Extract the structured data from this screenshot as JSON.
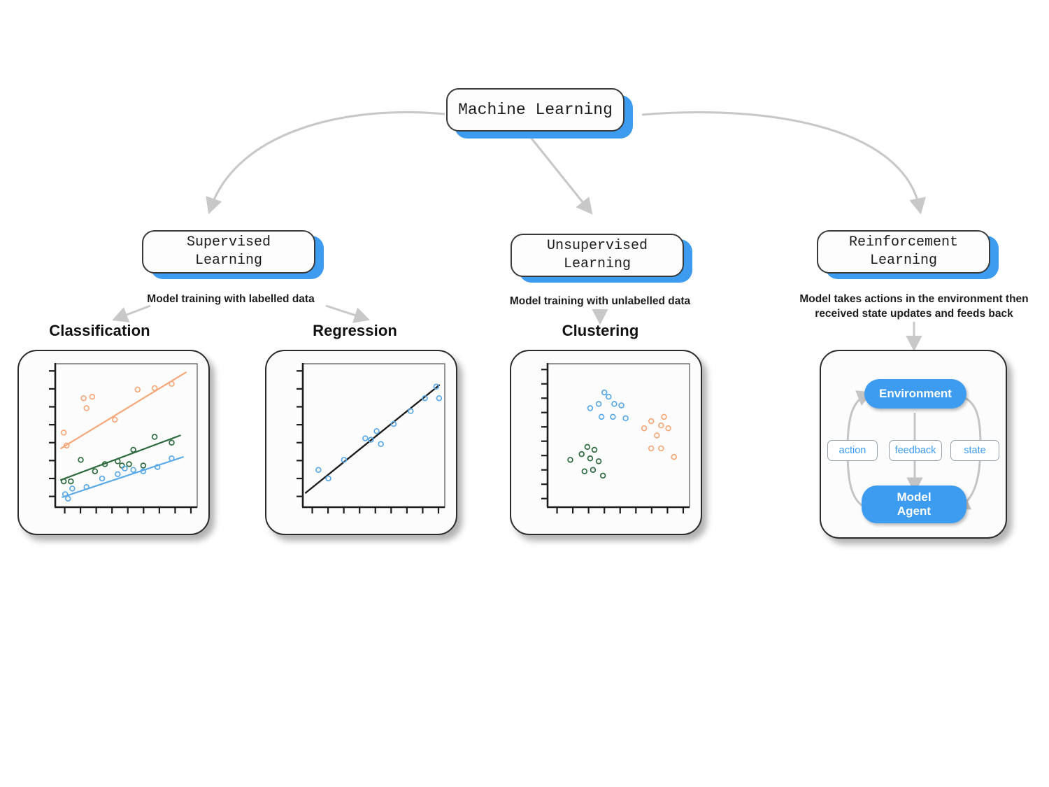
{
  "diagram": {
    "title": "Machine Learning taxonomy",
    "palette": {
      "accent_blue": "#3d9bf0",
      "orange": "#f5a97a",
      "green": "#2e6b3f",
      "blue": "#5aa9e8",
      "line_dark": "#2b2b2b",
      "arrow_grey": "#c8c8c8"
    },
    "root": {
      "label": "Machine Learning"
    },
    "branches": [
      {
        "id": "supervised",
        "label": "Supervised\nLearning",
        "label_line1": "Supervised",
        "label_line2": "Learning",
        "caption": "Model training with labelled data",
        "children": [
          "Classification",
          "Regression"
        ]
      },
      {
        "id": "unsupervised",
        "label": "Unsupervised\nLearning",
        "label_line1": "Unsupervised",
        "label_line2": "Learning",
        "caption": "Model training with unlabelled data",
        "children": [
          "Clustering"
        ]
      },
      {
        "id": "reinforcement",
        "label": "Reinforcement\nLearning",
        "label_line1": "Reinforcement",
        "label_line2": "Learning",
        "caption_line1": "Model  takes actions in the environment then",
        "caption_line2": "received state updates and feeds back",
        "children": []
      }
    ],
    "subtitles": {
      "classification": "Classification",
      "regression": "Regression",
      "clustering": "Clustering"
    },
    "rl_loop": {
      "environment": "Environment",
      "agent_line1": "Model",
      "agent_line2": "Agent",
      "tags": [
        "action",
        "feedback",
        "state"
      ]
    }
  },
  "chart_data": [
    {
      "id": "classification",
      "type": "scatter",
      "title": "Classification",
      "xlabel": "",
      "ylabel": "",
      "xlim": [
        0,
        100
      ],
      "ylim": [
        0,
        100
      ],
      "grid": false,
      "legend": "none",
      "axis_ticks": {
        "x_count": 9,
        "y_count": 8
      },
      "series": [
        {
          "name": "class-orange",
          "color": "#f5a97a",
          "points": [
            [
              6,
              52
            ],
            [
              8,
              43
            ],
            [
              20,
              76
            ],
            [
              22,
              69
            ],
            [
              26,
              77
            ],
            [
              42,
              61
            ],
            [
              58,
              82
            ],
            [
              70,
              83
            ],
            [
              82,
              86
            ]
          ],
          "fit_line": {
            "x": [
              4,
              92
            ],
            "y": [
              41,
              94
            ]
          }
        },
        {
          "name": "class-green",
          "color": "#2e6b3f",
          "points": [
            [
              6,
              18
            ],
            [
              11,
              18
            ],
            [
              18,
              33
            ],
            [
              28,
              25
            ],
            [
              35,
              30
            ],
            [
              44,
              32
            ],
            [
              47,
              29
            ],
            [
              52,
              30
            ],
            [
              55,
              40
            ],
            [
              62,
              29
            ],
            [
              70,
              49
            ],
            [
              82,
              45
            ]
          ],
          "fit_line": {
            "x": [
              4,
              88
            ],
            "y": [
              19,
              50
            ]
          }
        },
        {
          "name": "class-blue",
          "color": "#5aa9e8",
          "points": [
            [
              7,
              9
            ],
            [
              9,
              6
            ],
            [
              12,
              13
            ],
            [
              22,
              14
            ],
            [
              33,
              20
            ],
            [
              44,
              23
            ],
            [
              49,
              27
            ],
            [
              55,
              26
            ],
            [
              62,
              25
            ],
            [
              72,
              28
            ],
            [
              82,
              34
            ]
          ],
          "fit_line": {
            "x": [
              5,
              90
            ],
            "y": [
              7,
              35
            ]
          }
        }
      ]
    },
    {
      "id": "regression",
      "type": "scatter",
      "title": "Regression",
      "xlabel": "",
      "ylabel": "",
      "xlim": [
        0,
        100
      ],
      "ylim": [
        0,
        100
      ],
      "grid": false,
      "legend": "none",
      "axis_ticks": {
        "x_count": 9,
        "y_count": 8
      },
      "series": [
        {
          "name": "observations",
          "color": "#5aa9e8",
          "points": [
            [
              11,
              26
            ],
            [
              18,
              20
            ],
            [
              29,
              33
            ],
            [
              44,
              48
            ],
            [
              48,
              47
            ],
            [
              52,
              53
            ],
            [
              55,
              44
            ],
            [
              64,
              58
            ],
            [
              76,
              67
            ],
            [
              86,
              76
            ],
            [
              94,
              84
            ],
            [
              96,
              76
            ]
          ],
          "fit_line": {
            "x": [
              2,
              96
            ],
            "y": [
              10,
              85
            ]
          }
        }
      ]
    },
    {
      "id": "clustering",
      "type": "scatter",
      "title": "Clustering",
      "xlabel": "",
      "ylabel": "",
      "xlim": [
        0,
        100
      ],
      "ylim": [
        0,
        100
      ],
      "grid": false,
      "legend": "none",
      "axis_ticks": {
        "x_count": 9,
        "y_count": 10
      },
      "series": [
        {
          "name": "cluster-blue",
          "color": "#5aa9e8",
          "points": [
            [
              30,
              69
            ],
            [
              36,
              72
            ],
            [
              40,
              80
            ],
            [
              43,
              77
            ],
            [
              47,
              72
            ],
            [
              38,
              63
            ],
            [
              46,
              63
            ],
            [
              52,
              71
            ],
            [
              55,
              62
            ]
          ],
          "fit_line": null
        },
        {
          "name": "cluster-green",
          "color": "#2e6b3f",
          "points": [
            [
              16,
              33
            ],
            [
              24,
              37
            ],
            [
              28,
              42
            ],
            [
              33,
              40
            ],
            [
              30,
              34
            ],
            [
              36,
              32
            ],
            [
              26,
              25
            ],
            [
              32,
              26
            ],
            [
              39,
              22
            ]
          ],
          "fit_line": null
        },
        {
          "name": "cluster-orange",
          "color": "#f5a97a",
          "points": [
            [
              68,
              55
            ],
            [
              73,
              60
            ],
            [
              77,
              50
            ],
            [
              80,
              57
            ],
            [
              82,
              63
            ],
            [
              85,
              55
            ],
            [
              73,
              41
            ],
            [
              80,
              41
            ],
            [
              89,
              35
            ]
          ],
          "fit_line": null
        }
      ]
    }
  ]
}
